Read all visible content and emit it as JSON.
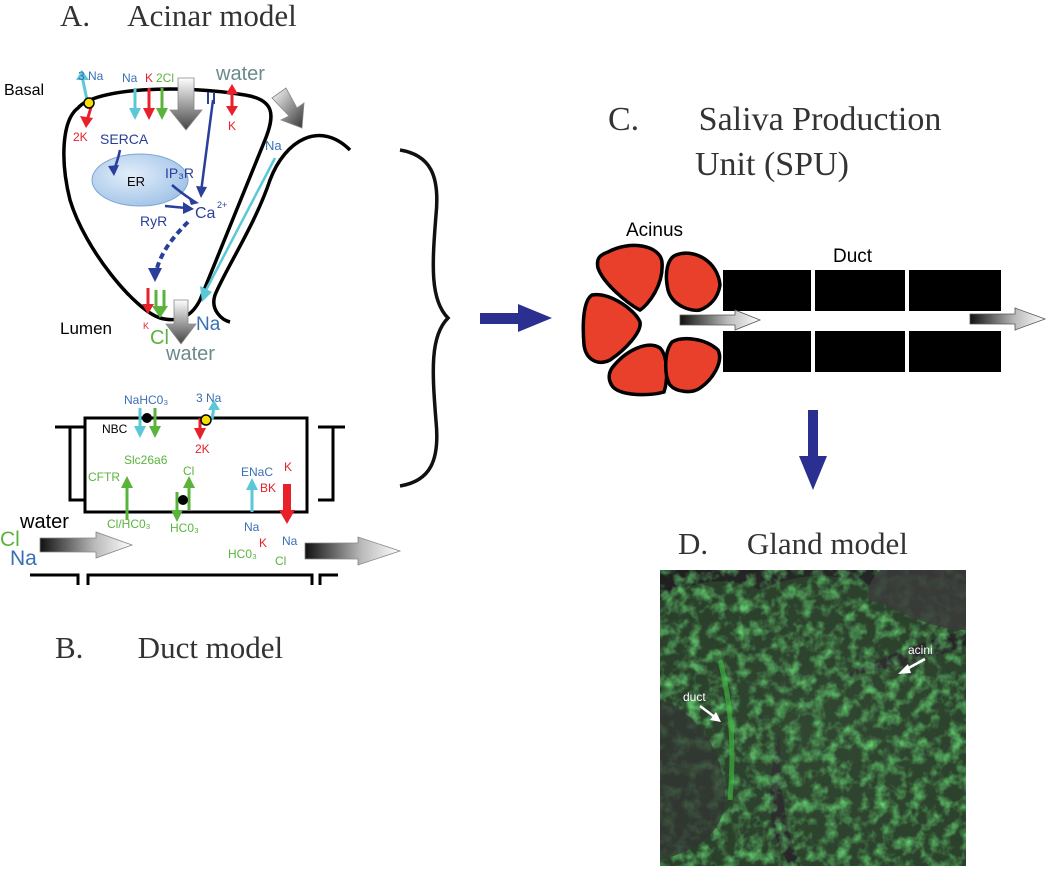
{
  "panels": {
    "acinar": {
      "heading": "A.     Acinar model",
      "labels": {
        "basal": "Basal",
        "three_na": "3 Na",
        "two_k": "2K",
        "na": "Na",
        "k": "K",
        "two_cl": "2Cl",
        "water_top": "water",
        "k_right": "K",
        "na_side": "Na",
        "serca": "SERCA",
        "er": "ER",
        "ip3r": "IP₃R",
        "ca": "Ca",
        "ca_sup": "2+",
        "ryr": "RyR",
        "lumen": "Lumen",
        "k_lumen": "K",
        "cl_lumen": "Cl",
        "na_lumen": "Na",
        "water_lumen": "water"
      }
    },
    "duct": {
      "heading": "B.       Duct model",
      "labels": {
        "nahco3": "NaHC0₃",
        "three_na": "3 Na",
        "nbc": "NBC",
        "two_k": "2K",
        "slc26a6": "Slc26a6",
        "cftr": "CFTR",
        "cl_top": "Cl",
        "enac": "ENaC",
        "k_top": "K",
        "bk": "BK",
        "cl_hco3": "Cl/HC0₃",
        "hco3": "HC0₃",
        "na_enac": "Na",
        "na_right": "Na",
        "k_bottom": "K",
        "hco3_bottom": "HC0₃",
        "cl_bottom": "Cl",
        "cl_left": "Cl",
        "water_left": "water",
        "na_left": "Na"
      }
    },
    "spu": {
      "heading_line1": "C.       Saliva Production",
      "heading_line2": "Unit (SPU)",
      "acinus": "Acinus",
      "duct": "Duct"
    },
    "gland": {
      "heading": "D.     Gland model",
      "acini": "acini",
      "duct": "duct"
    }
  },
  "colors": {
    "cyan": "#5bc8d8",
    "red": "#e8202a",
    "green": "#5ab43c",
    "blue_text": "#3a6fb5",
    "dark_blue": "#2a3f9a",
    "navy_arrow": "#2b2f8f",
    "acinus_fill": "#e8402a",
    "water_gray": "#6c8a8c",
    "er_fill": "#b8d4ee"
  }
}
